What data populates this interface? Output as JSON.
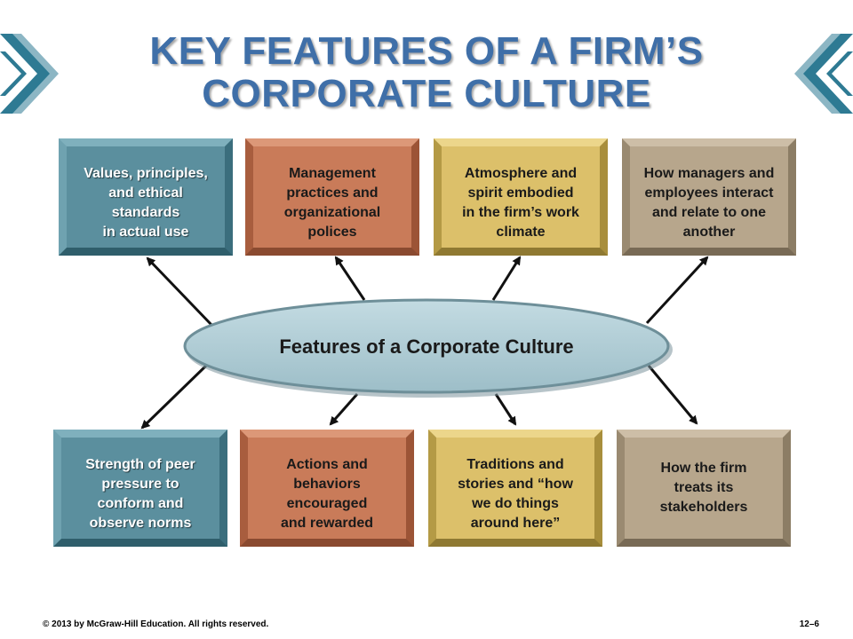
{
  "title": {
    "line1": "KEY FEATURES OF A FIRM’S",
    "line2": "CORPORATE CULTURE"
  },
  "center_label": "Features of a Corporate Culture",
  "top_boxes": [
    {
      "lines": [
        "Values, principles,",
        "and ethical",
        "standards",
        "in actual use"
      ]
    },
    {
      "lines": [
        "Management",
        "practices and",
        "organizational",
        "polices"
      ]
    },
    {
      "lines": [
        "Atmosphere and",
        "spirit embodied",
        "in the firm’s work",
        "climate"
      ]
    },
    {
      "lines": [
        "How managers and",
        "employees interact",
        "and relate to one",
        "another"
      ]
    }
  ],
  "bottom_boxes": [
    {
      "lines": [
        "Strength of peer",
        "pressure to",
        "conform and",
        "observe norms"
      ]
    },
    {
      "lines": [
        "Actions and",
        "behaviors",
        "encouraged",
        "and rewarded"
      ]
    },
    {
      "lines": [
        "Traditions and",
        "stories and “how",
        "we do things",
        "around here”"
      ]
    },
    {
      "lines": [
        "How the firm",
        "treats its",
        "stakeholders"
      ]
    }
  ],
  "footer": {
    "copyright": "© 2013 by McGraw-Hill Education. All rights reserved.",
    "page": "12–6"
  },
  "colors": {
    "title": "#3f6fa8",
    "teal": "#5b8f9e",
    "orange": "#c97b59",
    "gold": "#dcc06a",
    "tan": "#b7a68c",
    "ellipse": "#a9c8d1",
    "chevron": "#2e7a93"
  }
}
